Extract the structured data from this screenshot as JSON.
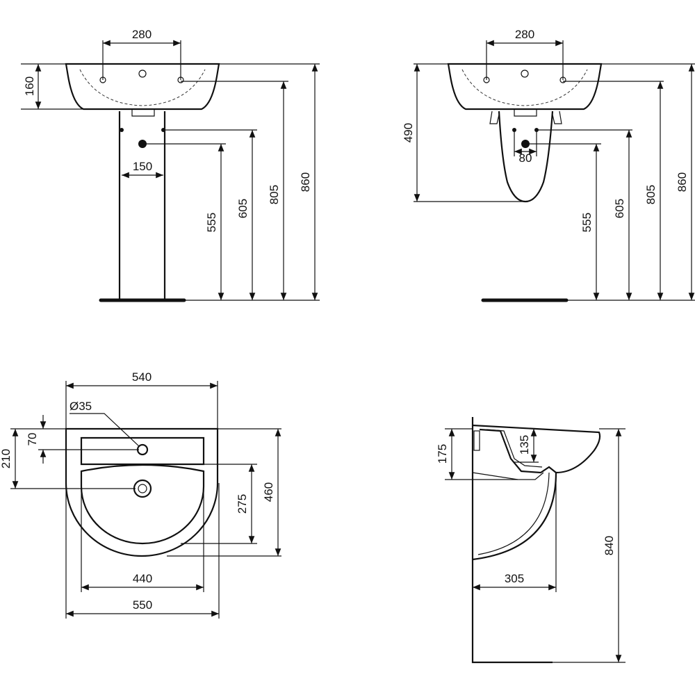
{
  "pedestal_front": {
    "d280": "280",
    "d160": "160",
    "d150": "150",
    "d555": "555",
    "d605": "605",
    "d805": "805",
    "d860": "860"
  },
  "semi_pedestal_front": {
    "d280": "280",
    "d490": "490",
    "d80": "80",
    "d555": "555",
    "d605": "605",
    "d805": "805",
    "d860": "860"
  },
  "top_view": {
    "d540": "540",
    "d35": "Ø35",
    "d70": "70",
    "d210": "210",
    "d275": "275",
    "d460": "460",
    "d440": "440",
    "d550": "550"
  },
  "side_section": {
    "d175": "175",
    "d135": "135",
    "d840": "840",
    "d305": "305"
  }
}
